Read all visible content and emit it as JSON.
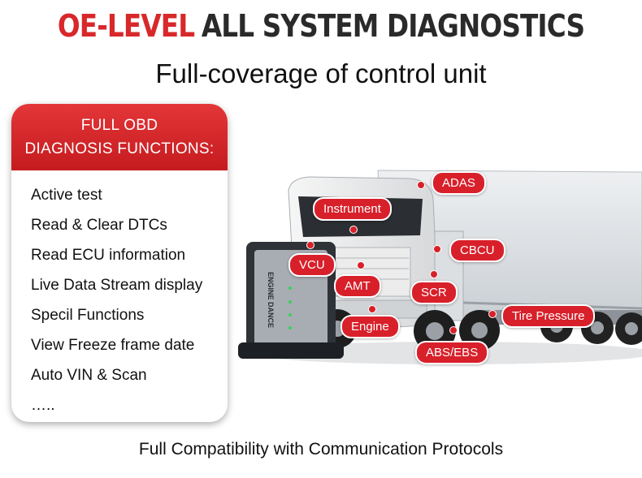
{
  "headline": {
    "red": "OE-LEVEL",
    "dark": "ALL SYSTEM DIAGNOSTICS"
  },
  "subheadline": "Full-coverage of control unit",
  "card": {
    "header_line1": "FULL OBD",
    "header_line2": "DIAGNOSIS FUNCTIONS:",
    "items": [
      "Active test",
      "Read & Clear DTCs",
      "Read ECU information",
      "Live Data Stream display",
      "Specil Functions",
      "View Freeze  frame date",
      "Auto VIN & Scan",
      "….."
    ]
  },
  "device": {
    "brand": "ENGINE DANCE"
  },
  "callouts": {
    "adas": "ADAS",
    "instrument": "Instrument",
    "cbcu": "CBCU",
    "vcu": "VCU",
    "amt": "AMT",
    "scr": "SCR",
    "tire_pressure": "Tire Pressure",
    "engine": "Engine",
    "abs_ebs": "ABS/EBS"
  },
  "colors": {
    "accent_red": "#d8282a",
    "headline_dark": "#2a2a2a"
  },
  "footer": "Full Compatibility with Communication Protocols"
}
